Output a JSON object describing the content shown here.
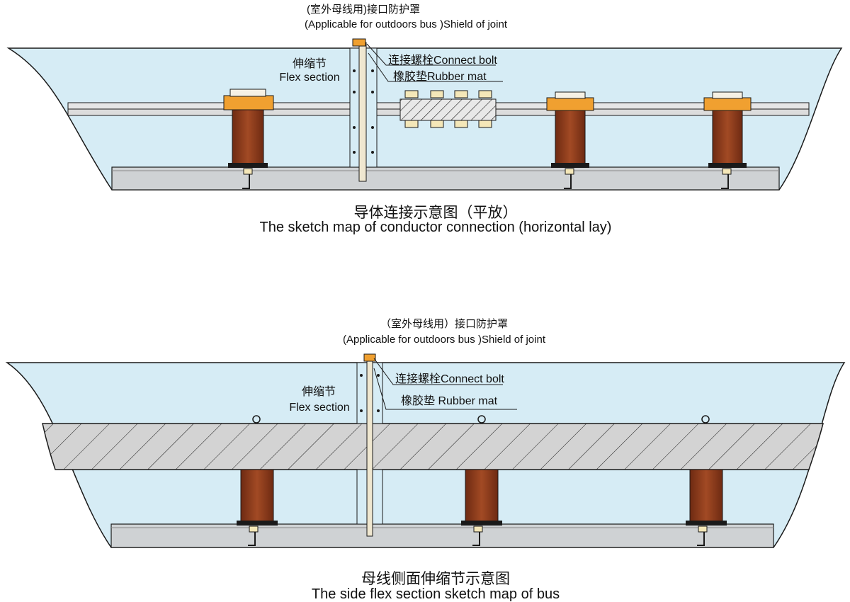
{
  "diagram_top": {
    "shield_cn": "(室外母线用)接口防护罩",
    "shield_en": "(Applicable for outdoors bus )Shield of joint",
    "flex_cn": "伸缩节",
    "flex_en": "Flex section",
    "bolt": "连接螺栓Connect bolt",
    "mat": "橡胶垫Rubber mat",
    "caption_cn": "导体连接示意图（平放）",
    "caption_en": "The sketch map of conductor connection (horizontal lay)"
  },
  "diagram_bottom": {
    "shield_cn": "（室外母线用）接口防护罩",
    "shield_en": "(Applicable for outdoors bus )Shield of joint",
    "flex_cn": "伸缩节",
    "flex_en": "Flex section",
    "bolt": "连接螺栓Connect bolt",
    "mat": "橡胶垫  Rubber mat",
    "caption_cn": "母线侧面伸缩节示意图",
    "caption_en": "The side flex section sketch map of bus"
  },
  "colors": {
    "enclosure": "#d6ecf5",
    "outline": "#1a1a1a",
    "base": "#cfd2d4",
    "insulator": "#8b3a1c",
    "clamp": "#f0a030",
    "conductor_hatch": "#d3d3d3"
  }
}
